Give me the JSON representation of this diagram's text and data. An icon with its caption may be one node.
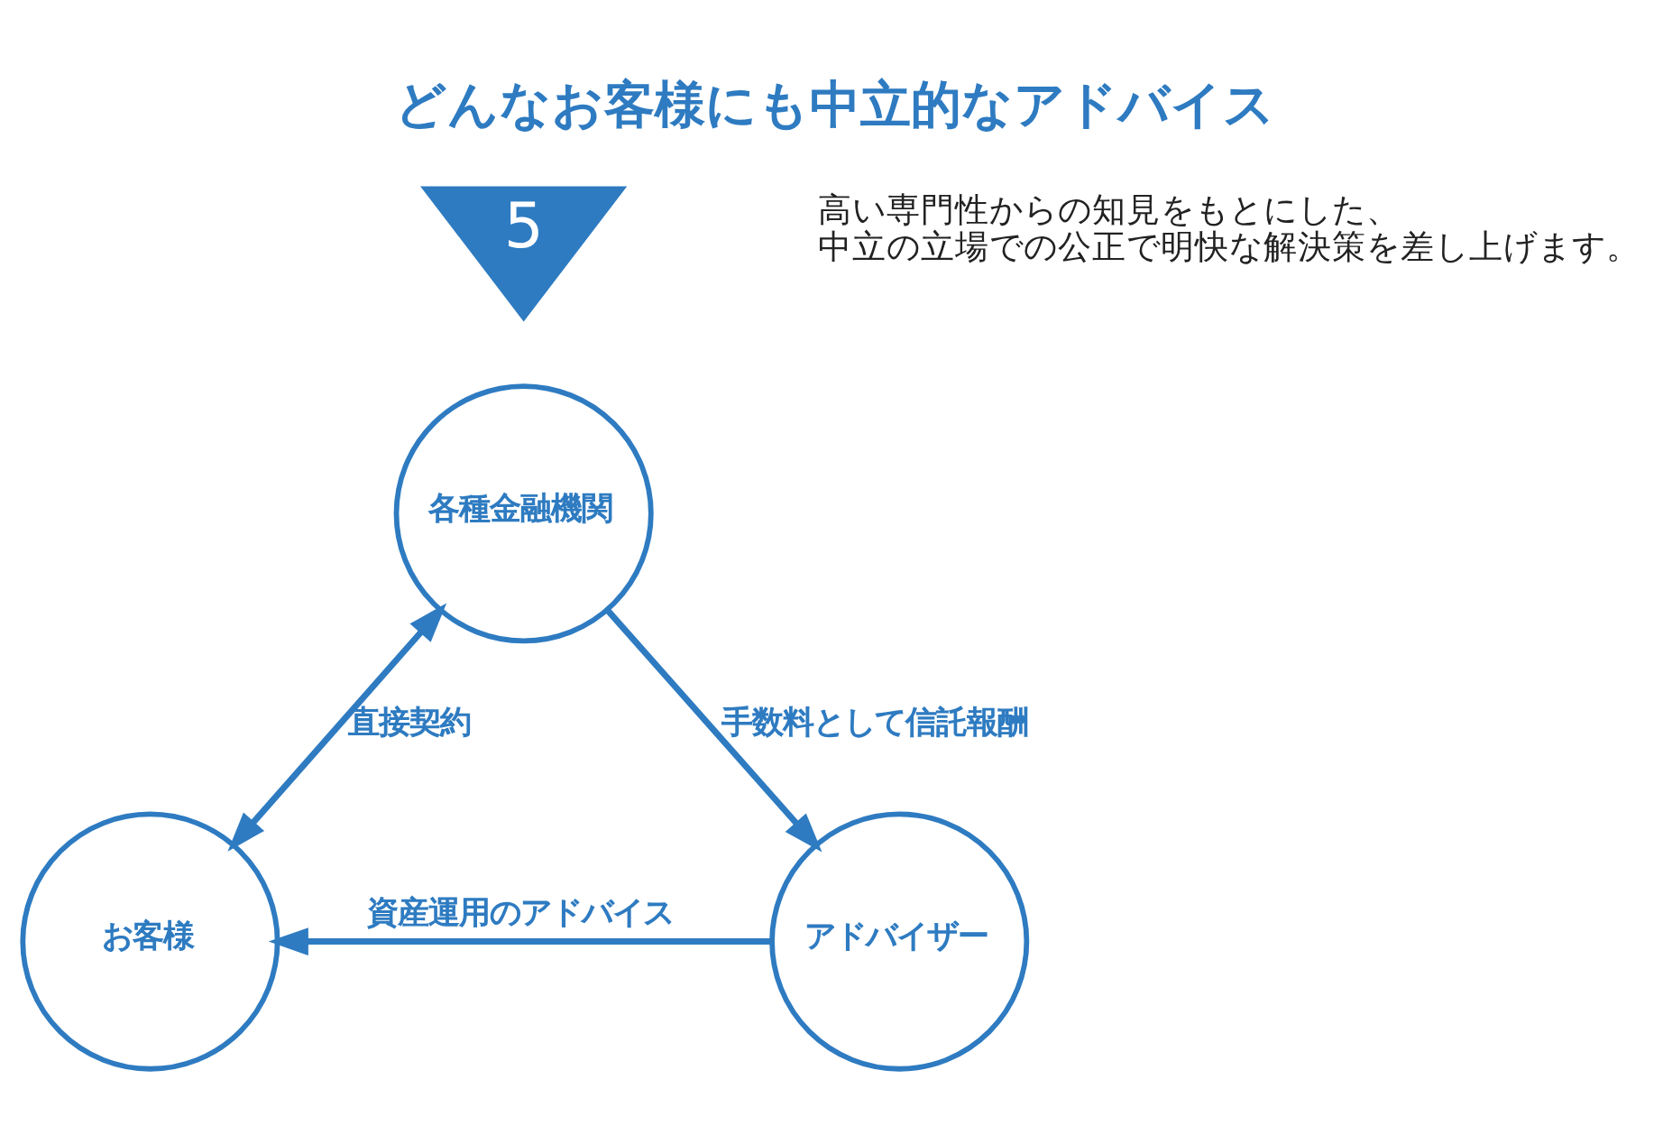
{
  "diagram": {
    "title": "どんなお客様にも中立的なアドバイス",
    "nodes": [
      {
        "text": [
          "5"
        ]
      },
      {
        "text": [
          "各種金融機関"
        ]
      },
      {
        "text": [
          "お客様"
        ]
      },
      {
        "text": [
          "アドバイザー"
        ]
      }
    ],
    "edges": [
      {
        "from": 1,
        "to": 2,
        "arrow": "both",
        "label": "直接契約"
      },
      {
        "from": 1,
        "to": 3,
        "arrow": "to",
        "label": "手数料として信託報酬"
      },
      {
        "from": 3,
        "to": 2,
        "arrow": "to",
        "label": "資産運用のアドバイス"
      }
    ],
    "labels": [
      "高い専門性からの知見をもとにした、中立の立場での公正で明快な解決策を差し上げます。"
    ]
  }
}
